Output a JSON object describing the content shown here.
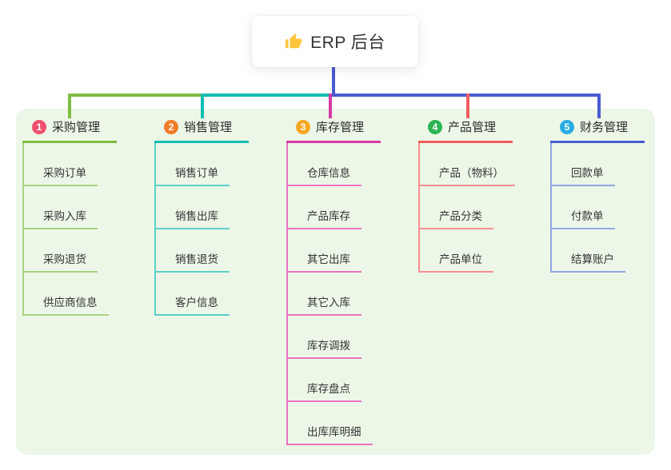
{
  "root": {
    "title": "ERP 后台",
    "icon": "thumbs-up-icon",
    "icon_color": "#FFC53D",
    "line_color": "#4A5BD0"
  },
  "canvas": {
    "background": "#ffffff",
    "panel_background": "#EDF7E8"
  },
  "branches": [
    {
      "num": "1",
      "label": "采购管理",
      "color": "#7FBC41",
      "light_color": "#A9D37E",
      "badge_color": "#F0506E",
      "children": [
        "采购订单",
        "采购入库",
        "采购退货",
        "供应商信息"
      ]
    },
    {
      "num": "2",
      "label": "销售管理",
      "color": "#12BDB2",
      "light_color": "#5CD1C8",
      "badge_color": "#F47B2A",
      "children": [
        "销售订单",
        "销售出库",
        "销售退货",
        "客户信息"
      ]
    },
    {
      "num": "3",
      "label": "库存管理",
      "color": "#D63CA3",
      "light_color": "#EA72BE",
      "badge_color": "#F9A825",
      "children": [
        "仓库信息",
        "产品库存",
        "其它出库",
        "其它入库",
        "库存调拨",
        "库存盘点",
        "出库库明细"
      ]
    },
    {
      "num": "4",
      "label": "产品管理",
      "color": "#F25C5C",
      "light_color": "#F78F8F",
      "badge_color": "#2FB454",
      "children": [
        "产品（物料）",
        "产品分类",
        "产品单位"
      ]
    },
    {
      "num": "5",
      "label": "财务管理",
      "color": "#4A5BD0",
      "light_color": "#92A6E3",
      "badge_color": "#29ACE3",
      "children": [
        "回款单",
        "付款单",
        "结算账户"
      ]
    }
  ]
}
